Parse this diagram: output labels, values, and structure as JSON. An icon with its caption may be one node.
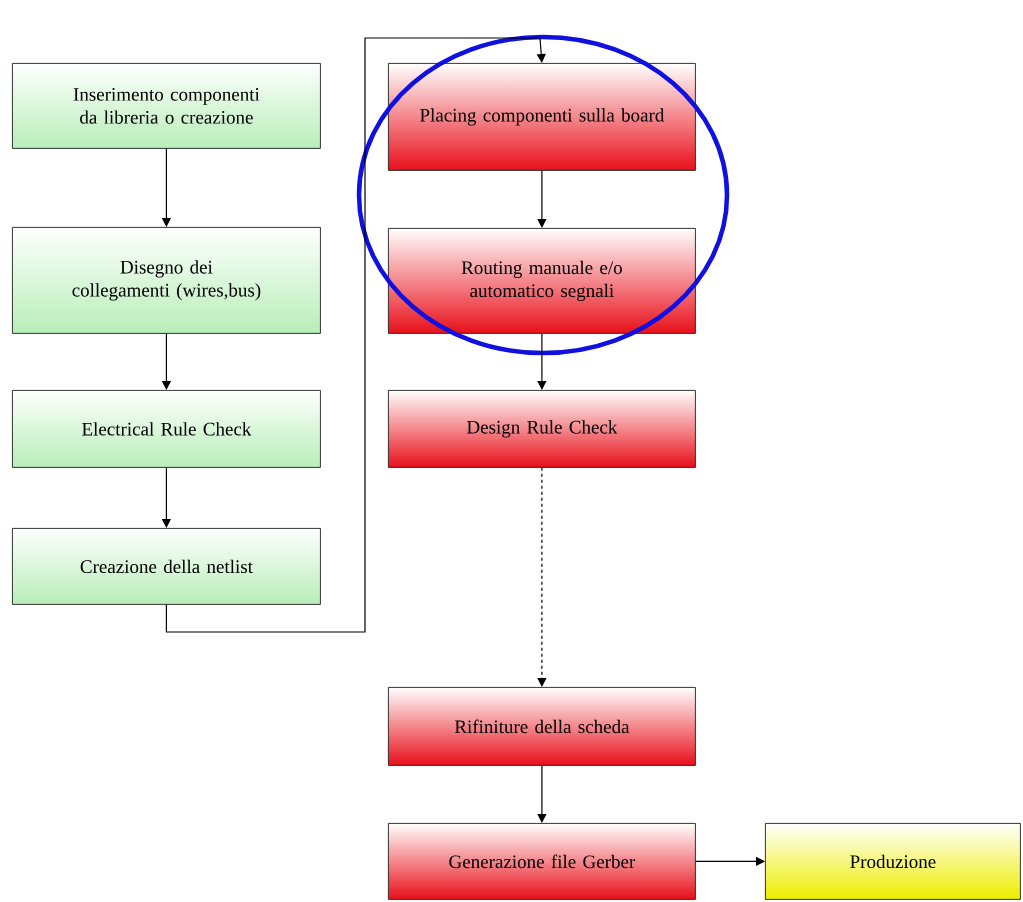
{
  "diagram": {
    "nodes": [
      {
        "text": [
          "Inserimento componenti da libreria o creazione"
        ]
      },
      {
        "text": [
          "Disegno dei collegamenti (wires,bus)"
        ]
      },
      {
        "text": [
          "Electrical Rule Check"
        ]
      },
      {
        "text": [
          "Creazione della netlist"
        ]
      },
      {
        "text": [
          "Placing componenti sulla board"
        ]
      },
      {
        "text": [
          "Routing manuale e/o automatico segnali"
        ]
      },
      {
        "text": [
          "Design Rule Check"
        ]
      },
      {
        "text": [
          "Rifiniture della scheda"
        ]
      },
      {
        "text": [
          "Generazione file Gerber"
        ]
      },
      {
        "text": [
          "Produzione"
        ]
      }
    ],
    "edges": [
      {
        "from": 0,
        "to": 1,
        "arrow": "to"
      },
      {
        "from": 1,
        "to": 2,
        "arrow": "to"
      },
      {
        "from": 2,
        "to": 3,
        "arrow": "to"
      },
      {
        "from": 3,
        "to": 4,
        "arrow": "to"
      },
      {
        "from": 4,
        "to": 5,
        "arrow": "to"
      },
      {
        "from": 5,
        "to": 6,
        "arrow": "to"
      },
      {
        "from": 6,
        "to": 7,
        "arrow": "to",
        "style": "dashed"
      },
      {
        "from": 7,
        "to": 8,
        "arrow": "to"
      },
      {
        "from": 8,
        "to": 9,
        "arrow": "to"
      }
    ]
  }
}
